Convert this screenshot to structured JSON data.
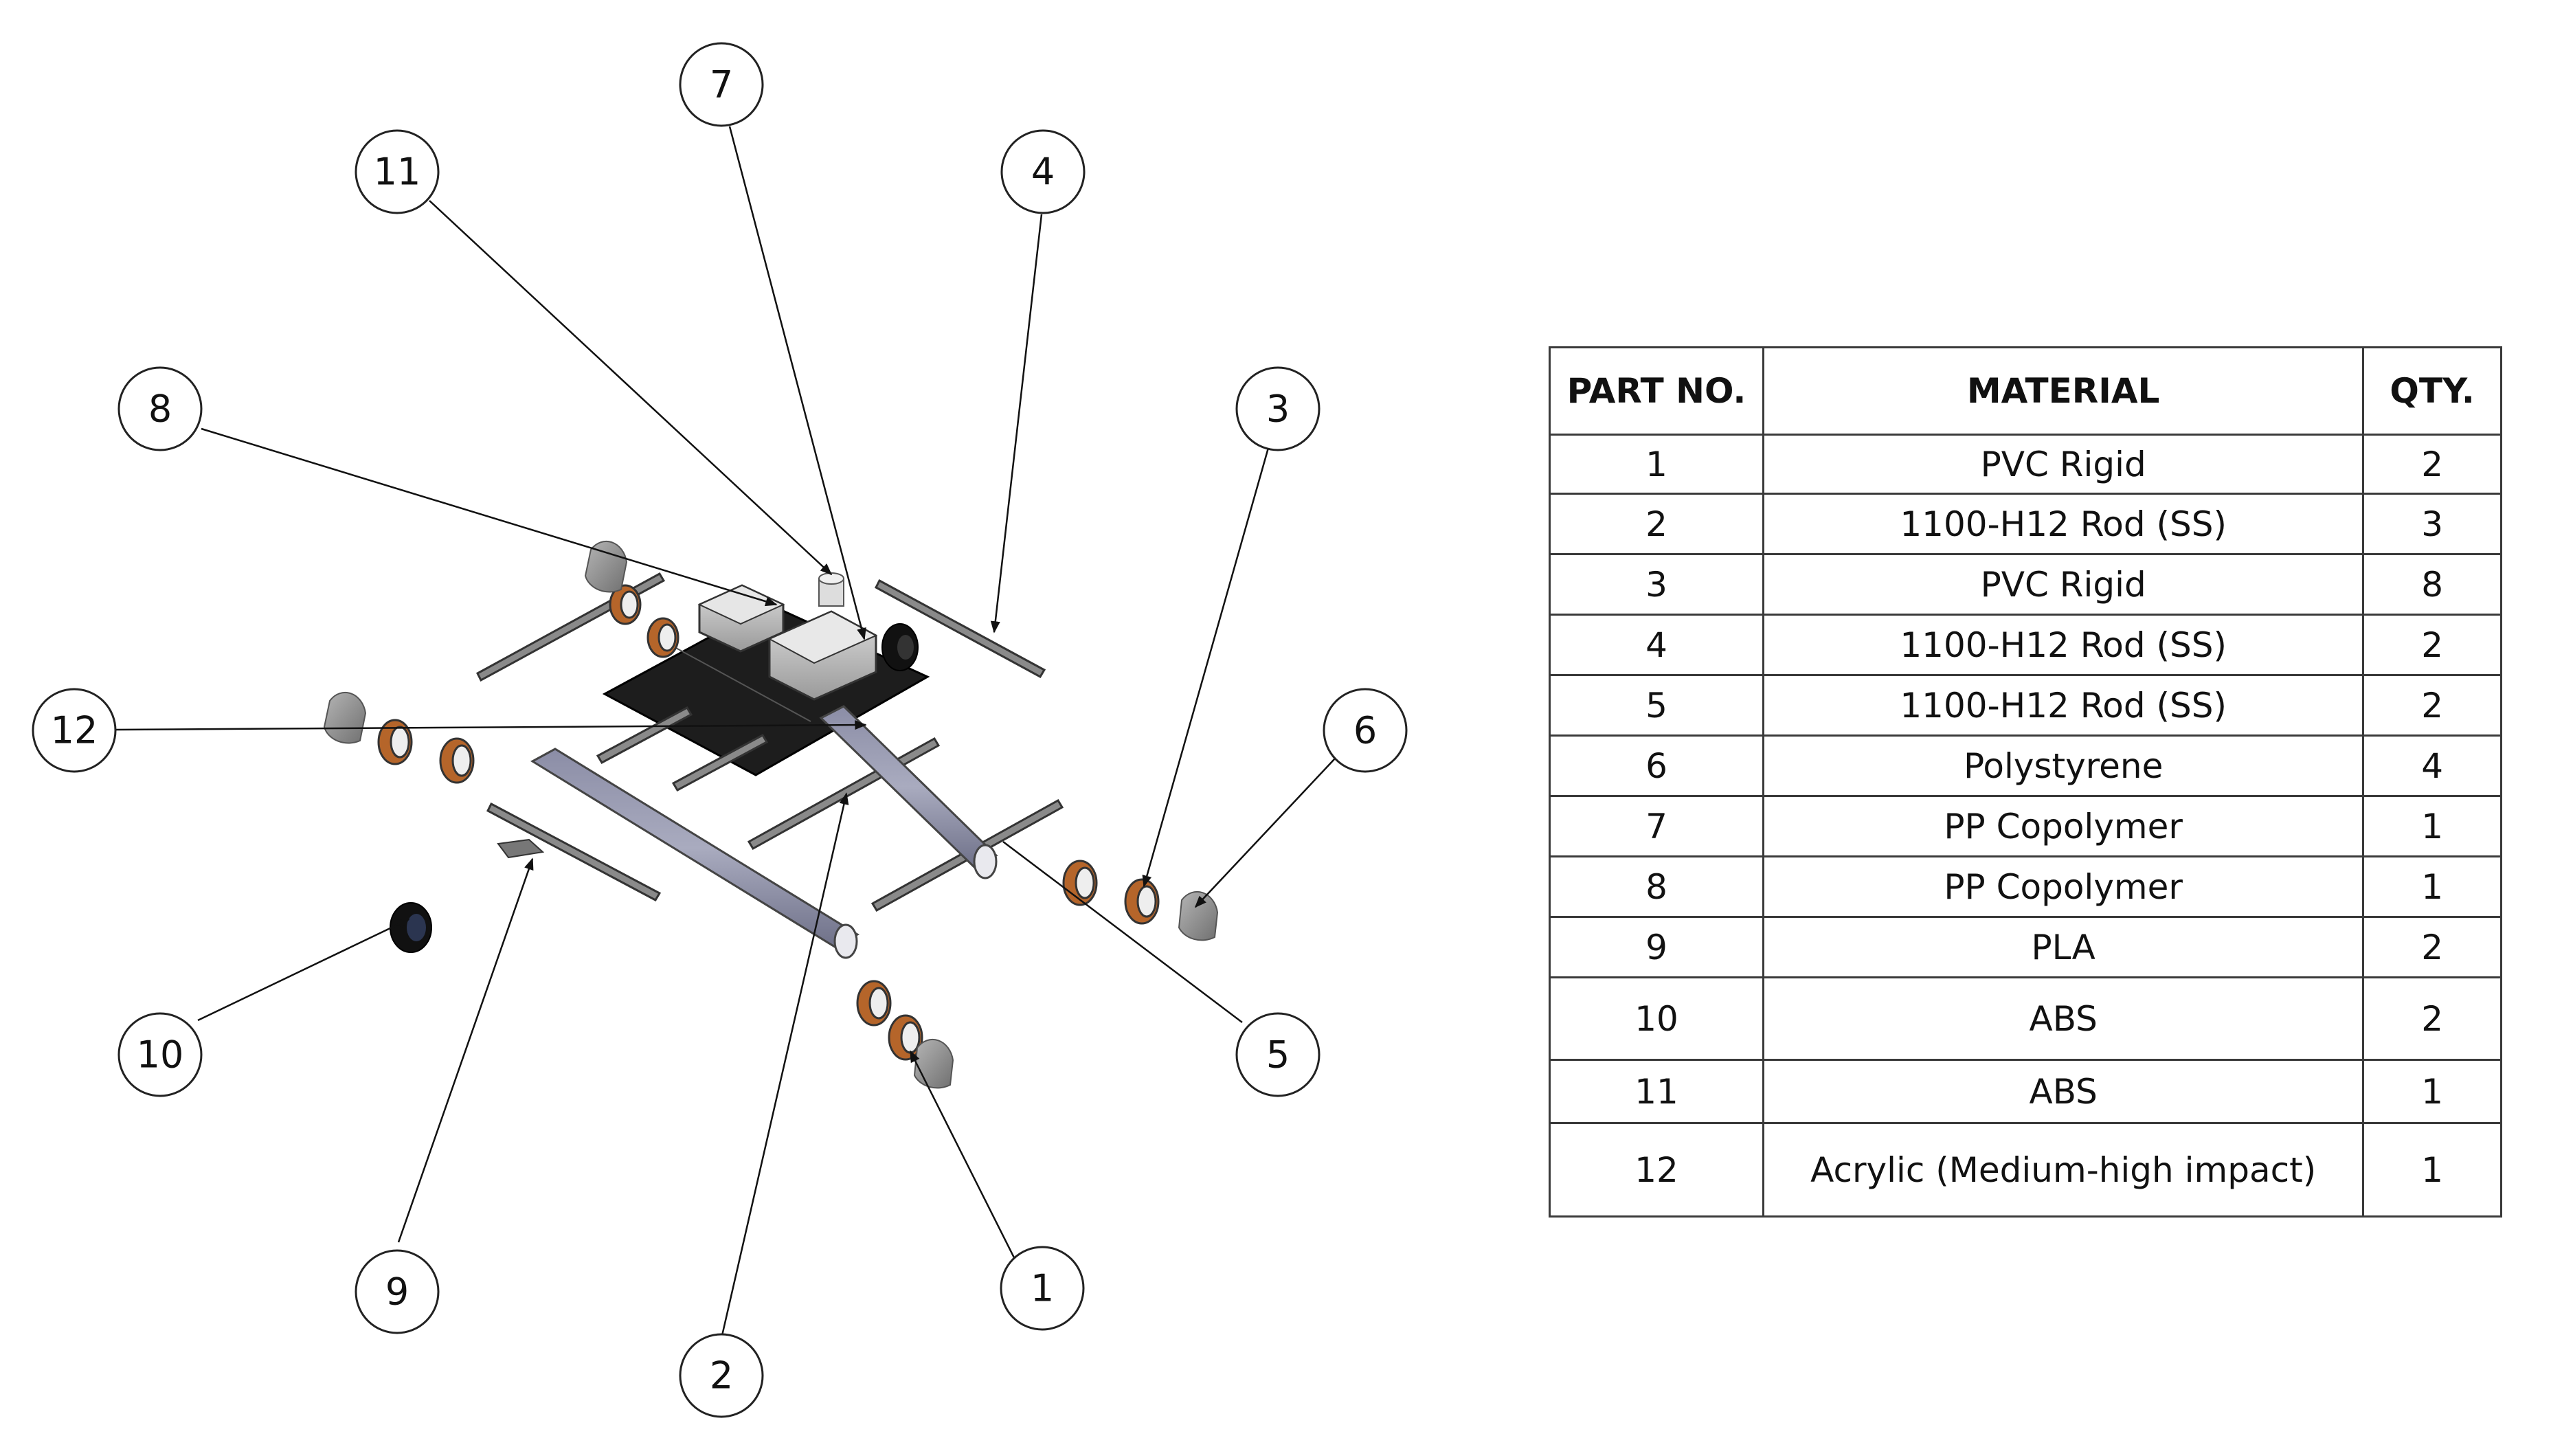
{
  "drawing": {
    "balloons": [
      "1",
      "2",
      "3",
      "4",
      "5",
      "6",
      "7",
      "8",
      "9",
      "10",
      "11",
      "12"
    ]
  },
  "bom": {
    "headers": {
      "part_no": "PART NO.",
      "material": "MATERIAL",
      "qty": "QTY."
    },
    "rows": [
      {
        "part_no": "1",
        "material": "PVC Rigid",
        "qty": "2"
      },
      {
        "part_no": "2",
        "material": "1100-H12 Rod (SS)",
        "qty": "3"
      },
      {
        "part_no": "3",
        "material": "PVC Rigid",
        "qty": "8"
      },
      {
        "part_no": "4",
        "material": "1100-H12 Rod (SS)",
        "qty": "2"
      },
      {
        "part_no": "5",
        "material": "1100-H12 Rod (SS)",
        "qty": "2"
      },
      {
        "part_no": "6",
        "material": "Polystyrene",
        "qty": "4"
      },
      {
        "part_no": "7",
        "material": "PP Copolymer",
        "qty": "1"
      },
      {
        "part_no": "8",
        "material": "PP Copolymer",
        "qty": "1"
      },
      {
        "part_no": "9",
        "material": "PLA",
        "qty": "2"
      },
      {
        "part_no": "10",
        "material": "ABS",
        "qty": "2"
      },
      {
        "part_no": "11",
        "material": "ABS",
        "qty": "1"
      },
      {
        "part_no": "12",
        "material": "Acrylic (Medium-high impact)",
        "qty": "1"
      }
    ]
  }
}
